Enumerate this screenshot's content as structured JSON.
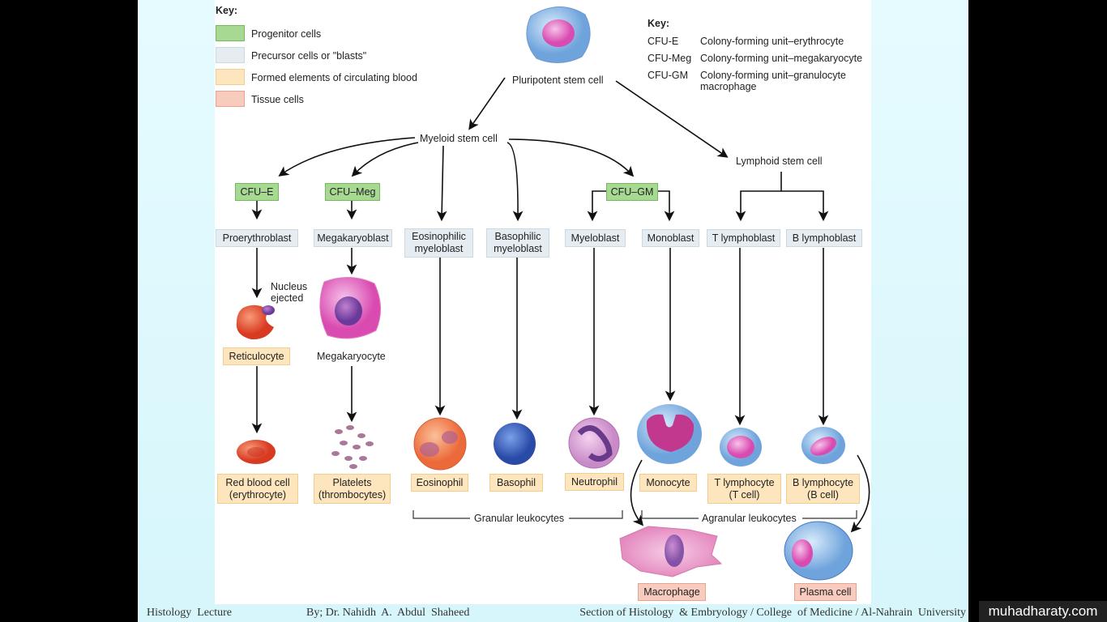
{
  "key_left": {
    "title": "Key:",
    "items": [
      {
        "label": "Progenitor cells",
        "color": "#a8d992"
      },
      {
        "label": "Precursor cells or \"blasts\"",
        "color": "#e6edf2"
      },
      {
        "label": "Formed elements of circulating blood",
        "color": "#fde5bd"
      },
      {
        "label": "Tissue cells",
        "color": "#f8cbbf"
      }
    ]
  },
  "key_right": {
    "title": "Key:",
    "items": [
      {
        "abbr": "CFU-E",
        "desc": "Colony-forming unit–erythrocyte"
      },
      {
        "abbr": "CFU-Meg",
        "desc": "Colony-forming unit–megakaryocyte"
      },
      {
        "abbr": "CFU-GM",
        "desc": "Colony-forming unit–granulocyte\nmacrophage"
      }
    ]
  },
  "stem": {
    "pluripotent": "Pluripotent stem cell",
    "myeloid": "Myeloid stem cell",
    "lymphoid": "Lymphoid stem cell"
  },
  "progenitors": {
    "cfu_e": "CFU–E",
    "cfu_meg": "CFU–Meg",
    "cfu_gm": "CFU–GM"
  },
  "blasts": {
    "proerythroblast": "Proerythroblast",
    "megakaryoblast": "Megakaryoblast",
    "eosinophilic": "Eosinophilic\nmyeloblast",
    "basophilic": "Basophilic\nmyeloblast",
    "myeloblast": "Myeloblast",
    "monoblast": "Monoblast",
    "t_lymphoblast": "T lymphoblast",
    "b_lymphoblast": "B lymphoblast"
  },
  "intermediate": {
    "nucleus_ejected": "Nucleus\nejected",
    "reticulocyte": "Reticulocyte",
    "megakaryocyte": "Megakaryocyte"
  },
  "formed": {
    "rbc": "Red blood cell\n(erythrocyte)",
    "platelets": "Platelets\n(thrombocytes)",
    "eosinophil": "Eosinophil",
    "basophil": "Basophil",
    "neutrophil": "Neutrophil",
    "monocyte": "Monocyte",
    "t_lymphocyte": "T lymphocyte\n(T cell)",
    "b_lymphocyte": "B lymphocyte\n(B cell)"
  },
  "groups": {
    "granular": "Granular leukocytes",
    "agranular": "Agranular leukocytes"
  },
  "tissue": {
    "macrophage": "Macrophage",
    "plasma_cell": "Plasma cell"
  },
  "footer": {
    "left": "Histology  Lecture",
    "middle": "By; Dr. Nahidh  A.  Abdul  Shaheed",
    "right": "Section of Histology  & Embryology / College  of Medicine / Al-Nahrain  University"
  },
  "watermark": "muhadharaty.com"
}
